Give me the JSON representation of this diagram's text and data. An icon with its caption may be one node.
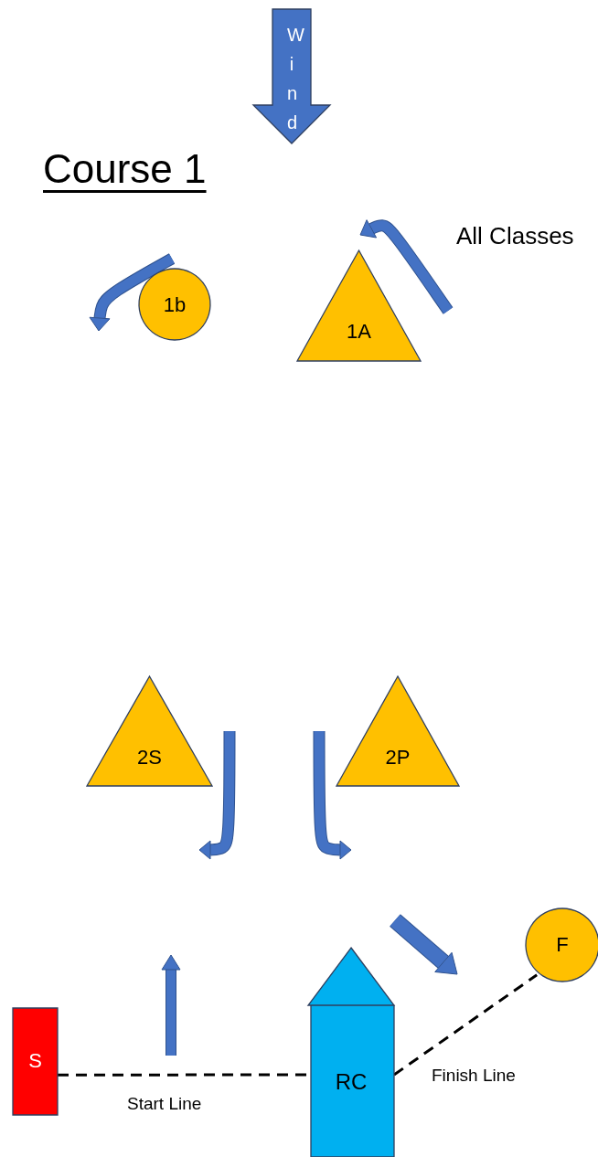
{
  "diagram": {
    "title": "Course 1",
    "nodes": [
      {
        "text": [
          "Wind"
        ]
      },
      {
        "text": [
          "1b"
        ]
      },
      {
        "text": [
          "1A"
        ]
      },
      {
        "text": [
          "2S"
        ]
      },
      {
        "text": [
          "2P"
        ]
      },
      {
        "text": [
          "S"
        ]
      },
      {
        "text": [
          "RC"
        ]
      },
      {
        "text": [
          "F"
        ]
      }
    ],
    "edges": [
      {
        "from": 5,
        "to": 6,
        "arrow": "none",
        "style": "dashed",
        "label": "Start Line"
      },
      {
        "from": 6,
        "to": 7,
        "arrow": "none",
        "style": "dashed",
        "label": "Finish Line"
      }
    ],
    "labels": [
      "All Classes"
    ]
  }
}
